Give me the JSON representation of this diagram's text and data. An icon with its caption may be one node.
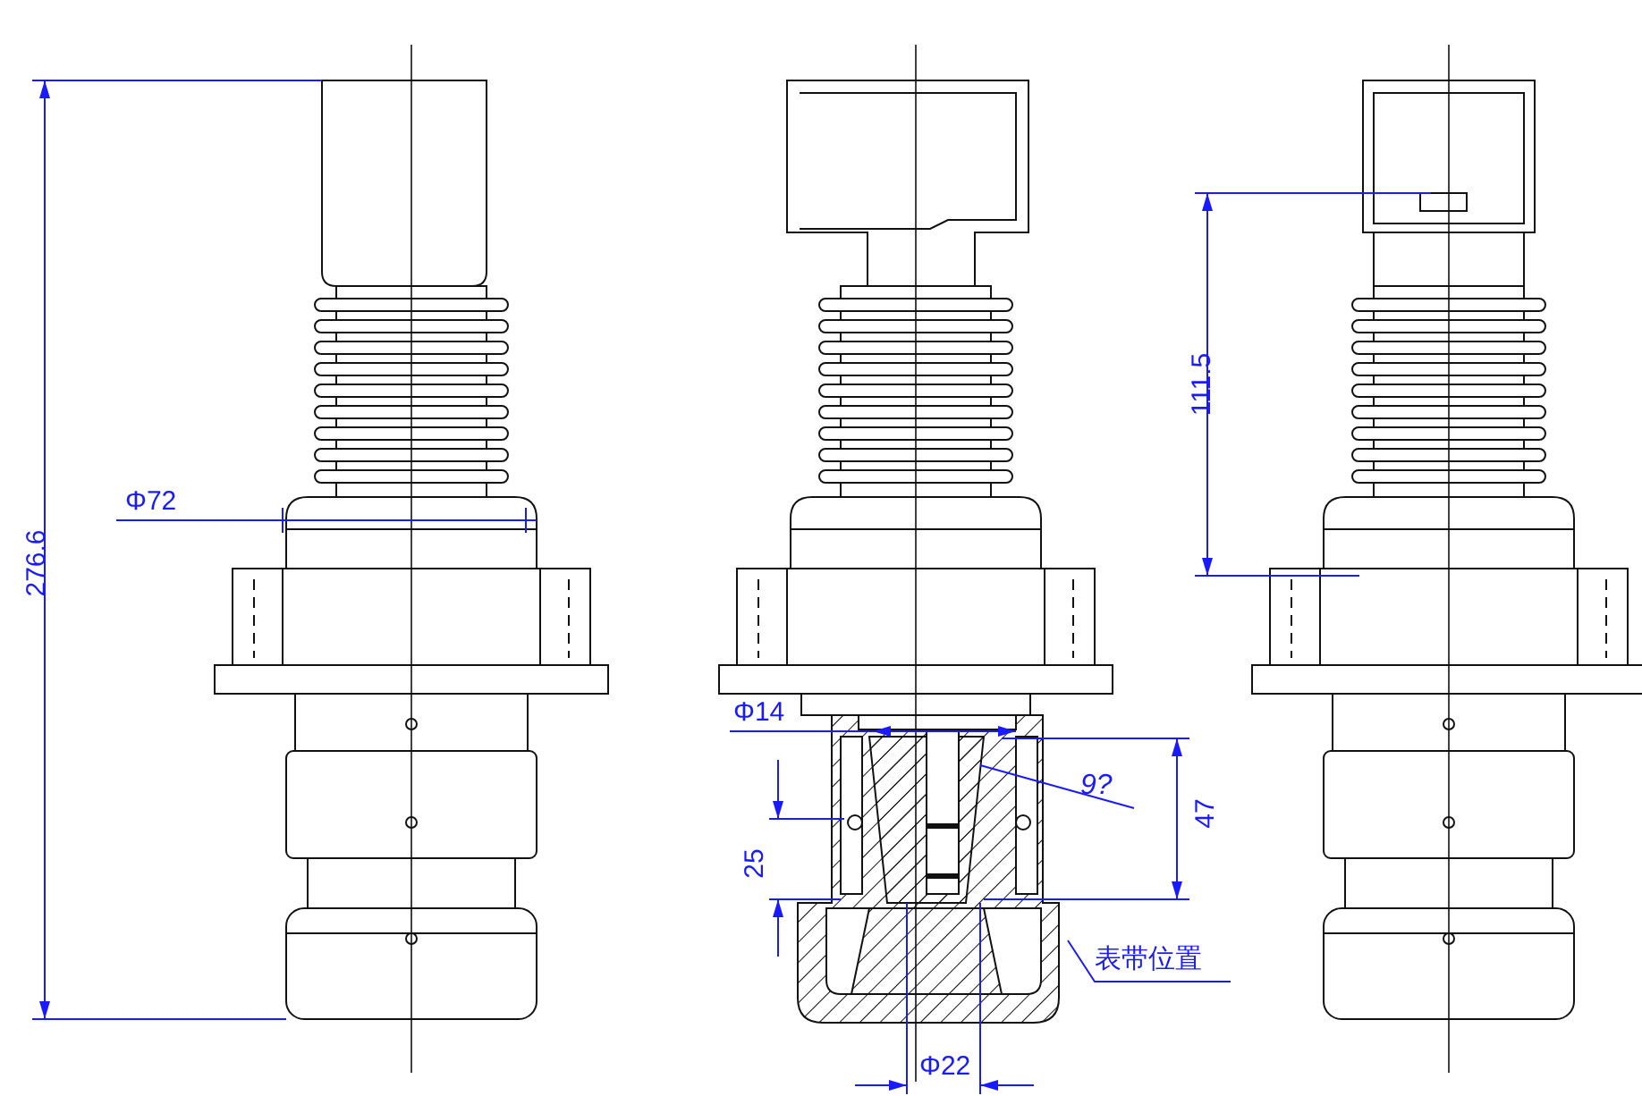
{
  "diagram": {
    "nodes": [
      {
        "text": [
          "9?"
        ]
      },
      {
        "text": [
          "表带位置"
        ]
      }
    ],
    "edges": [
      {
        "from": 0,
        "to": null,
        "arrow": "none"
      },
      {
        "from": 1,
        "to": null,
        "arrow": "none"
      }
    ],
    "labels": [
      "276.6",
      "Φ72",
      "111.5",
      "Φ14",
      "47",
      "25",
      "Φ22"
    ]
  }
}
